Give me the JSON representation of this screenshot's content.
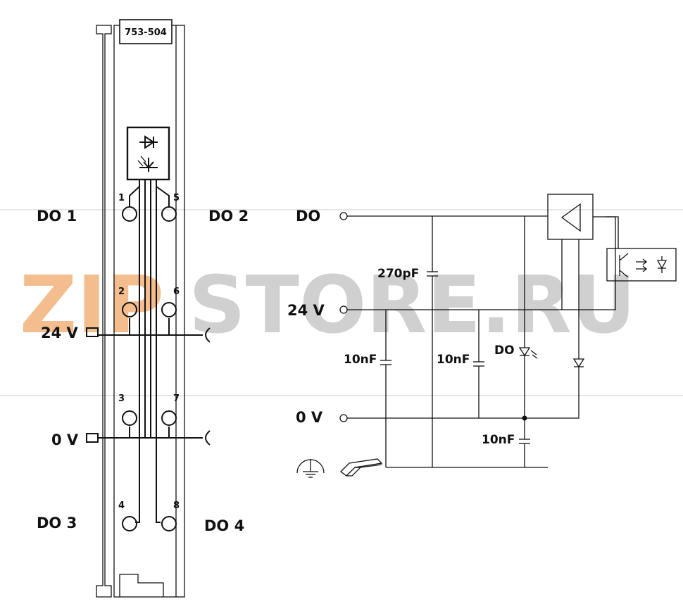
{
  "module": {
    "part_number": "753-504"
  },
  "left_labels": {
    "do1": "DO 1",
    "do2": "DO 2",
    "do3": "DO 3",
    "do4": "DO 4",
    "v24": "24 V",
    "v0": "0 V"
  },
  "pins": [
    "1",
    "2",
    "3",
    "4",
    "5",
    "6",
    "7",
    "8"
  ],
  "schematic": {
    "do": "DO",
    "v24": "24 V",
    "v0": "0 V",
    "cap_270pf": "270pF",
    "cap_10nf_a": "10nF",
    "cap_10nf_b": "10nF",
    "cap_10nf_c": "10nF",
    "led_label": "DO"
  },
  "watermark": {
    "zip": "ZIP",
    "store": "STORE.RU",
    "zip_color": "#f2b27a",
    "store_color": "#c8c8c8"
  }
}
